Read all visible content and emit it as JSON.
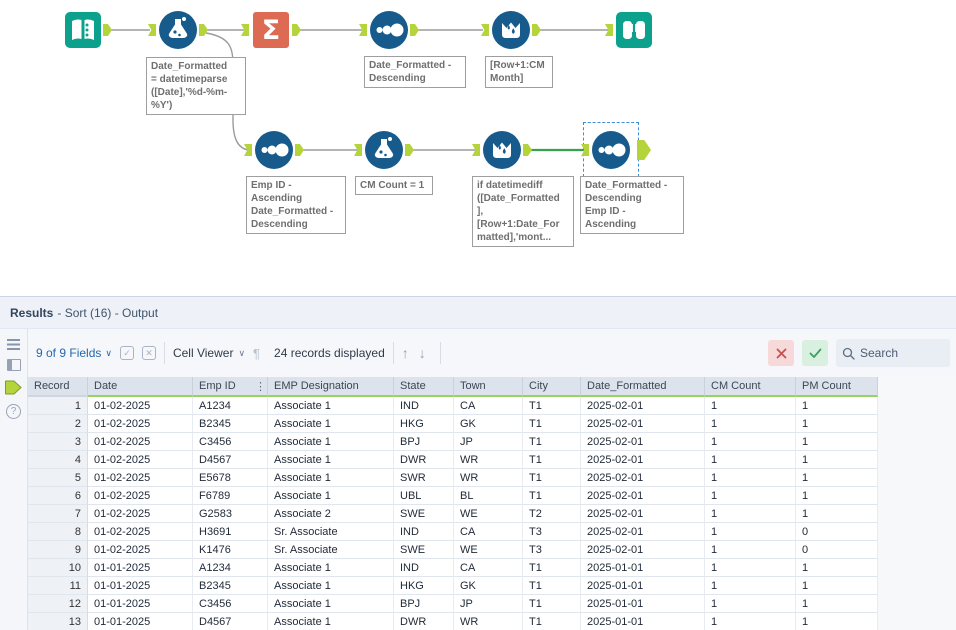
{
  "colors": {
    "tool_blue": "#175b8c",
    "tool_teal": "#0ba18c",
    "tool_salmon": "#dd6a52",
    "anchor_green": "#b5d33b",
    "selected_connection_green": "#3aa04e",
    "header_underline_green": "#97d45f",
    "fields_link_blue": "#2468ad"
  },
  "canvas": {
    "tools": [
      {
        "id": "input",
        "type": "Input Data"
      },
      {
        "id": "formula1",
        "type": "Formula"
      },
      {
        "id": "summarize",
        "type": "Summarize"
      },
      {
        "id": "sort1",
        "type": "Sort"
      },
      {
        "id": "multirow1",
        "type": "Multi-Row Formula"
      },
      {
        "id": "browse",
        "type": "Browse"
      },
      {
        "id": "sort2",
        "type": "Sort"
      },
      {
        "id": "formula2",
        "type": "Formula"
      },
      {
        "id": "multirow2",
        "type": "Multi-Row Formula"
      },
      {
        "id": "sort3",
        "type": "Sort (16)",
        "selected": true
      }
    ],
    "annotations": {
      "formula1": "Date_Formatted\n= datetimeparse\n([Date],'%d-%m-\n%Y')",
      "sort1": "Date_Formatted -\nDescending",
      "multirow1": "[Row+1:CM\nMonth]",
      "sort2": "Emp ID -\nAscending\nDate_Formatted -\nDescending",
      "formula2": "CM Count = 1",
      "multirow2": "if datetimediff\n([Date_Formatted\n],\n[Row+1:Date_For\nmatted],'mont...",
      "sort3": "Date_Formatted -\nDescending\nEmp ID -\nAscending"
    }
  },
  "results": {
    "title": {
      "app": "Results",
      "context": "- Sort (16) - Output"
    },
    "toolbar": {
      "fields_label": "9 of 9 Fields",
      "chevron": "∨",
      "check_glyph": "✓",
      "xbox_glyph": "✕",
      "cell_viewer_label": "Cell Viewer",
      "pilcrow": "¶",
      "records_label": "24 records displayed",
      "up_arrow": "↑",
      "down_arrow": "↓",
      "search_placeholder": "Search"
    },
    "strip": {
      "help_glyph": "?"
    },
    "table": {
      "columns": [
        "Record",
        "Date",
        "Emp ID",
        "EMP Designation",
        "State",
        "Town",
        "City",
        "Date_Formatted",
        "CM Count",
        "PM Count"
      ],
      "column_menu_glyph": "⋮",
      "rows": [
        [
          "1",
          "01-02-2025",
          "A1234",
          "Associate 1",
          "IND",
          "CA",
          "T1",
          "2025-02-01",
          "1",
          "1"
        ],
        [
          "2",
          "01-02-2025",
          "B2345",
          "Associate 1",
          "HKG",
          "GK",
          "T1",
          "2025-02-01",
          "1",
          "1"
        ],
        [
          "3",
          "01-02-2025",
          "C3456",
          "Associate 1",
          "BPJ",
          "JP",
          "T1",
          "2025-02-01",
          "1",
          "1"
        ],
        [
          "4",
          "01-02-2025",
          "D4567",
          "Associate 1",
          "DWR",
          "WR",
          "T1",
          "2025-02-01",
          "1",
          "1"
        ],
        [
          "5",
          "01-02-2025",
          "E5678",
          "Associate 1",
          "SWR",
          "WR",
          "T1",
          "2025-02-01",
          "1",
          "1"
        ],
        [
          "6",
          "01-02-2025",
          "F6789",
          "Associate 1",
          "UBL",
          "BL",
          "T1",
          "2025-02-01",
          "1",
          "1"
        ],
        [
          "7",
          "01-02-2025",
          "G2583",
          "Associate 2",
          "SWE",
          "WE",
          "T2",
          "2025-02-01",
          "1",
          "1"
        ],
        [
          "8",
          "01-02-2025",
          "H3691",
          "Sr. Associate",
          "IND",
          "CA",
          "T3",
          "2025-02-01",
          "1",
          "0"
        ],
        [
          "9",
          "01-02-2025",
          "K1476",
          "Sr. Associate",
          "SWE",
          "WE",
          "T3",
          "2025-02-01",
          "1",
          "0"
        ],
        [
          "10",
          "01-01-2025",
          "A1234",
          "Associate 1",
          "IND",
          "CA",
          "T1",
          "2025-01-01",
          "1",
          "1"
        ],
        [
          "11",
          "01-01-2025",
          "B2345",
          "Associate 1",
          "HKG",
          "GK",
          "T1",
          "2025-01-01",
          "1",
          "1"
        ],
        [
          "12",
          "01-01-2025",
          "C3456",
          "Associate 1",
          "BPJ",
          "JP",
          "T1",
          "2025-01-01",
          "1",
          "1"
        ],
        [
          "13",
          "01-01-2025",
          "D4567",
          "Associate 1",
          "DWR",
          "WR",
          "T1",
          "2025-01-01",
          "1",
          "1"
        ]
      ]
    }
  }
}
